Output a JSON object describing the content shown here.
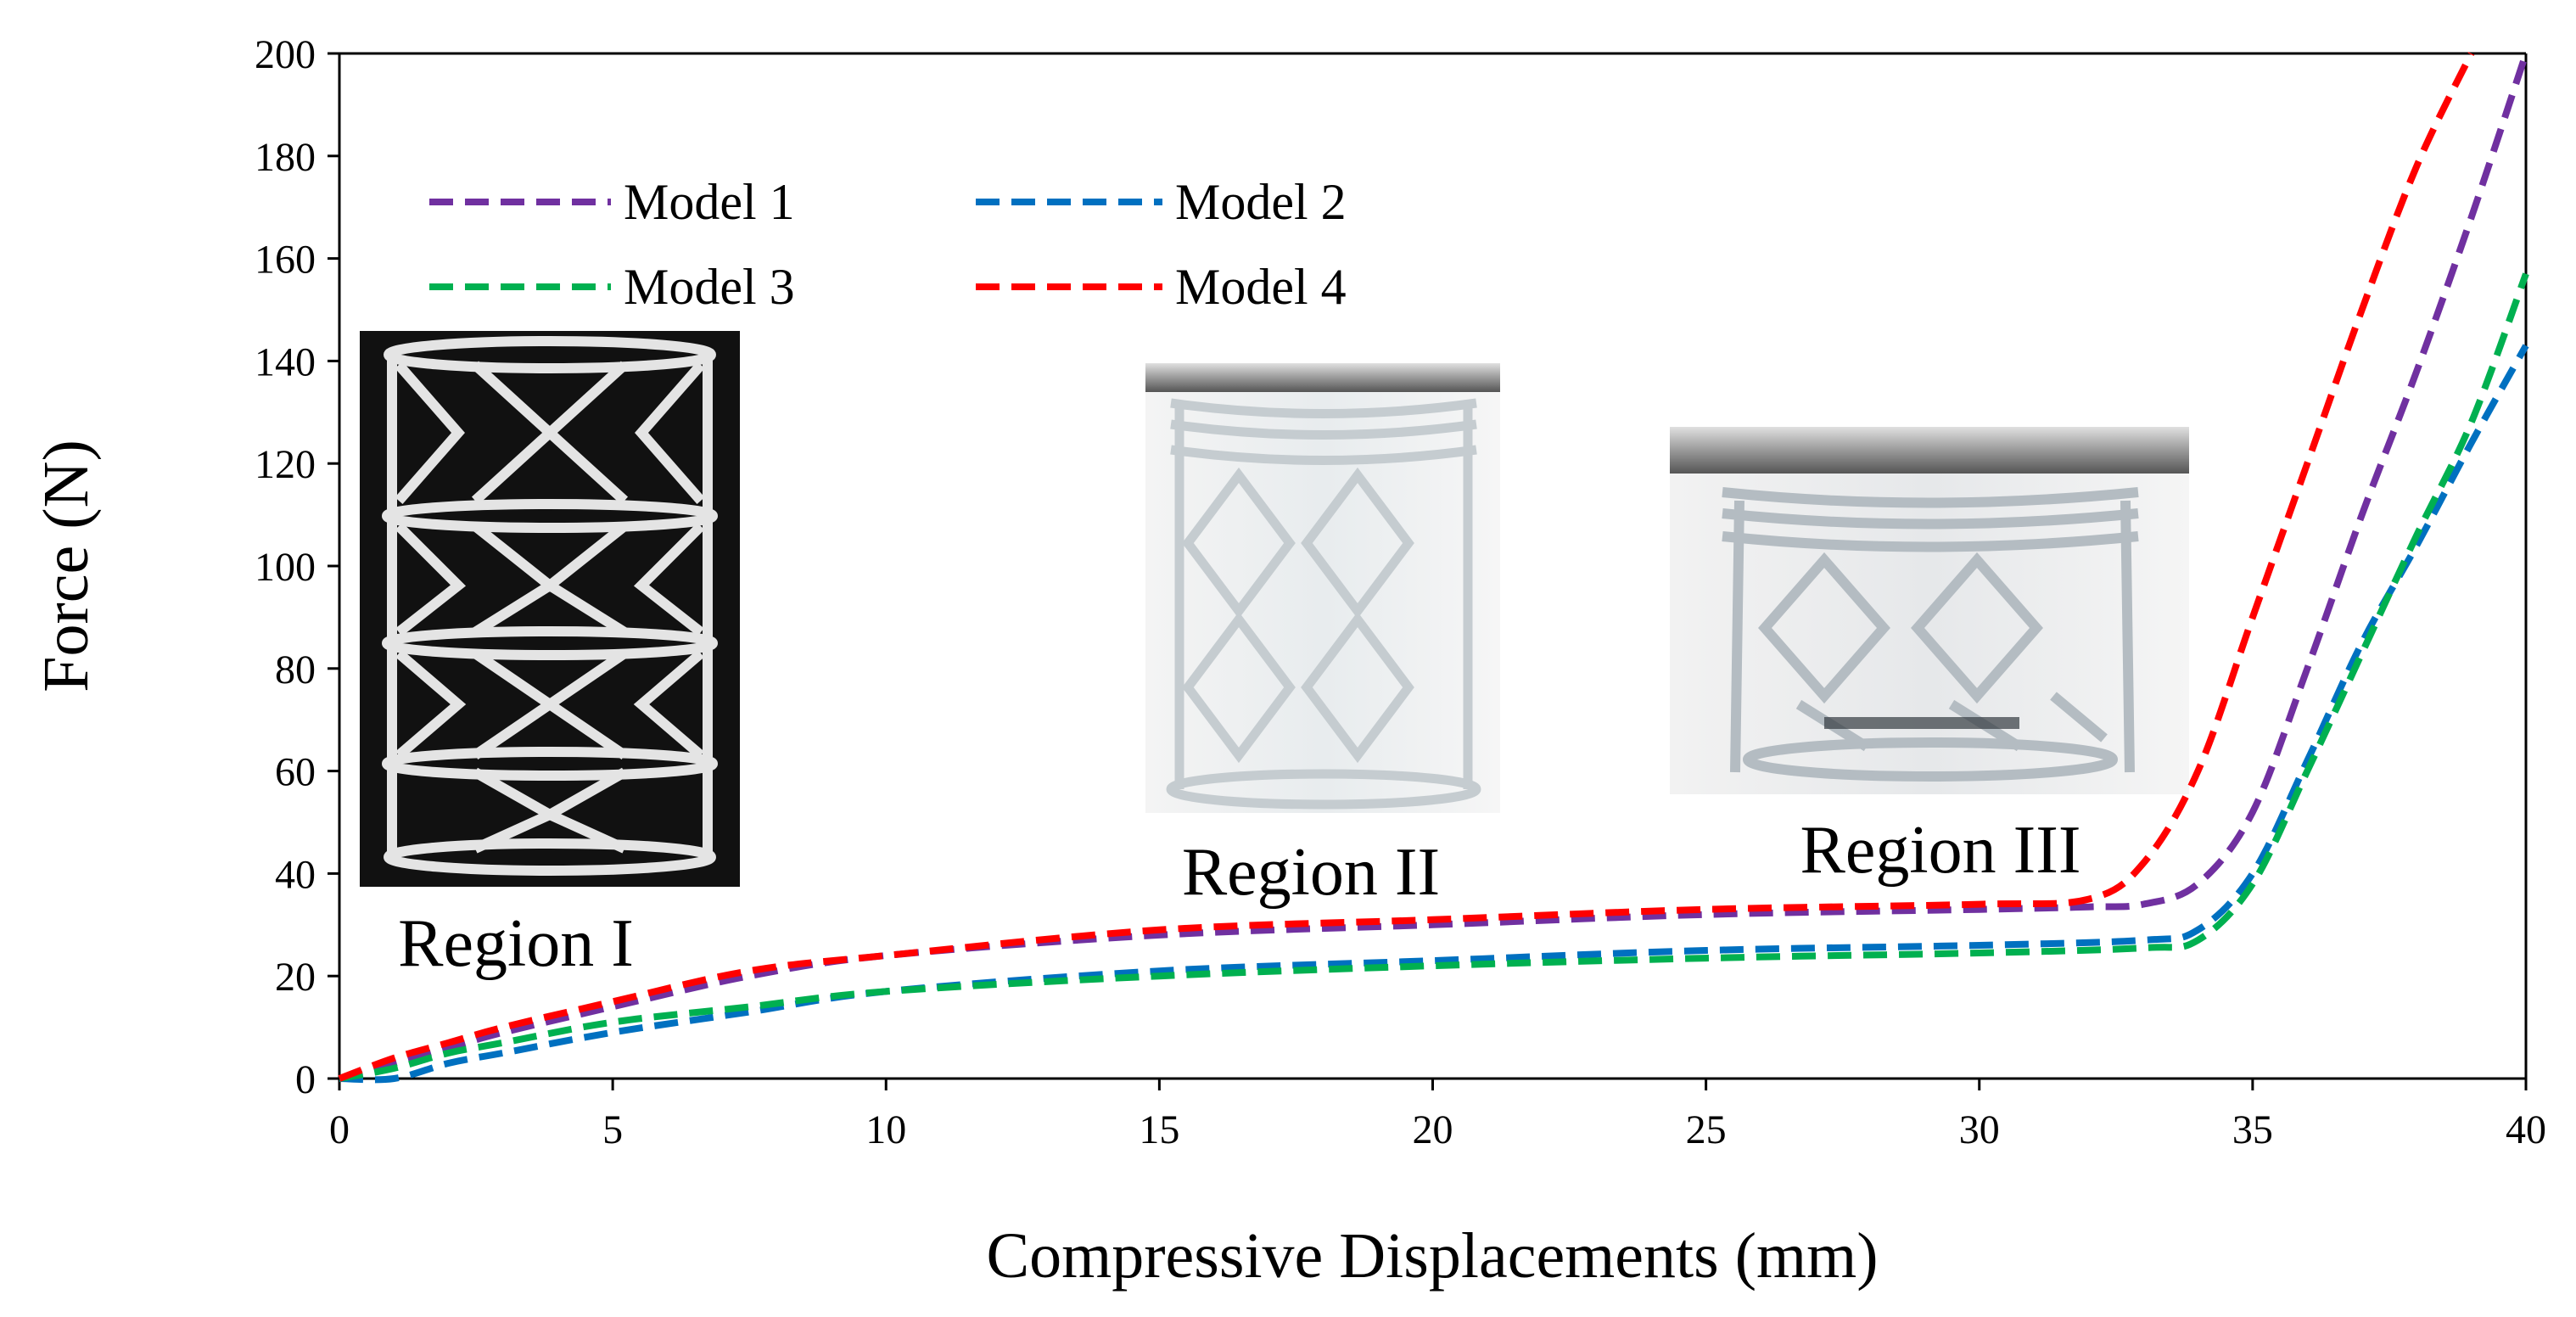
{
  "chart_data": {
    "type": "line",
    "title": "",
    "xlabel": "Compressive Displacements (mm)",
    "ylabel": "Force (N)",
    "xlim": [
      0,
      40
    ],
    "ylim": [
      0,
      200
    ],
    "xticks": [
      0,
      5,
      10,
      15,
      20,
      25,
      30,
      35,
      40
    ],
    "yticks": [
      0,
      20,
      40,
      60,
      80,
      100,
      120,
      140,
      160,
      180,
      200
    ],
    "grid": false,
    "legend_position": "top-left",
    "line_style": "dashed",
    "series": [
      {
        "name": "Model 1",
        "color": "#7030a0",
        "x": [
          0,
          1,
          2,
          3,
          5,
          7.5,
          10,
          15,
          20,
          25,
          30,
          32,
          33,
          34,
          35,
          36,
          37,
          38,
          39,
          40
        ],
        "y": [
          0,
          3,
          6,
          9,
          14,
          20,
          24,
          28,
          30,
          32,
          33,
          33.5,
          34,
          38,
          52,
          80,
          110,
          138,
          168,
          200
        ]
      },
      {
        "name": "Model 2",
        "color": "#0070c0",
        "x": [
          0,
          1,
          2,
          3,
          5,
          7.5,
          10,
          15,
          20,
          25,
          30,
          33,
          34,
          35,
          36,
          37,
          38,
          39,
          40
        ],
        "y": [
          0,
          0,
          3,
          5,
          9,
          13,
          17,
          21,
          23,
          25,
          26,
          27,
          29,
          40,
          62,
          85,
          104,
          124,
          143
        ]
      },
      {
        "name": "Model 3",
        "color": "#00b050",
        "x": [
          0,
          1,
          2,
          3,
          5,
          7.5,
          10,
          15,
          20,
          25,
          30,
          33,
          34,
          35,
          36,
          37,
          38,
          39,
          40
        ],
        "y": [
          0,
          2,
          5,
          7,
          11,
          14,
          17,
          20,
          22,
          23.5,
          24.5,
          25.5,
          27,
          38,
          60,
          83,
          106,
          128,
          157
        ]
      },
      {
        "name": "Model 4",
        "color": "#ff0000",
        "x": [
          0,
          1,
          2,
          3,
          5,
          7.5,
          10,
          15,
          20,
          25,
          30,
          32,
          33,
          34,
          35,
          36,
          37,
          38,
          39
        ],
        "y": [
          0,
          4,
          7,
          10,
          15,
          21,
          24,
          29,
          31,
          33,
          34,
          35,
          42,
          60,
          90,
          120,
          150,
          178,
          200
        ]
      }
    ],
    "annotations": [
      "Region I",
      "Region II",
      "Region III"
    ]
  },
  "insets": [
    {
      "name": "region-i-photo",
      "label": "Region I"
    },
    {
      "name": "region-ii-photo",
      "label": "Region II"
    },
    {
      "name": "region-iii-photo",
      "label": "Region III"
    }
  ]
}
